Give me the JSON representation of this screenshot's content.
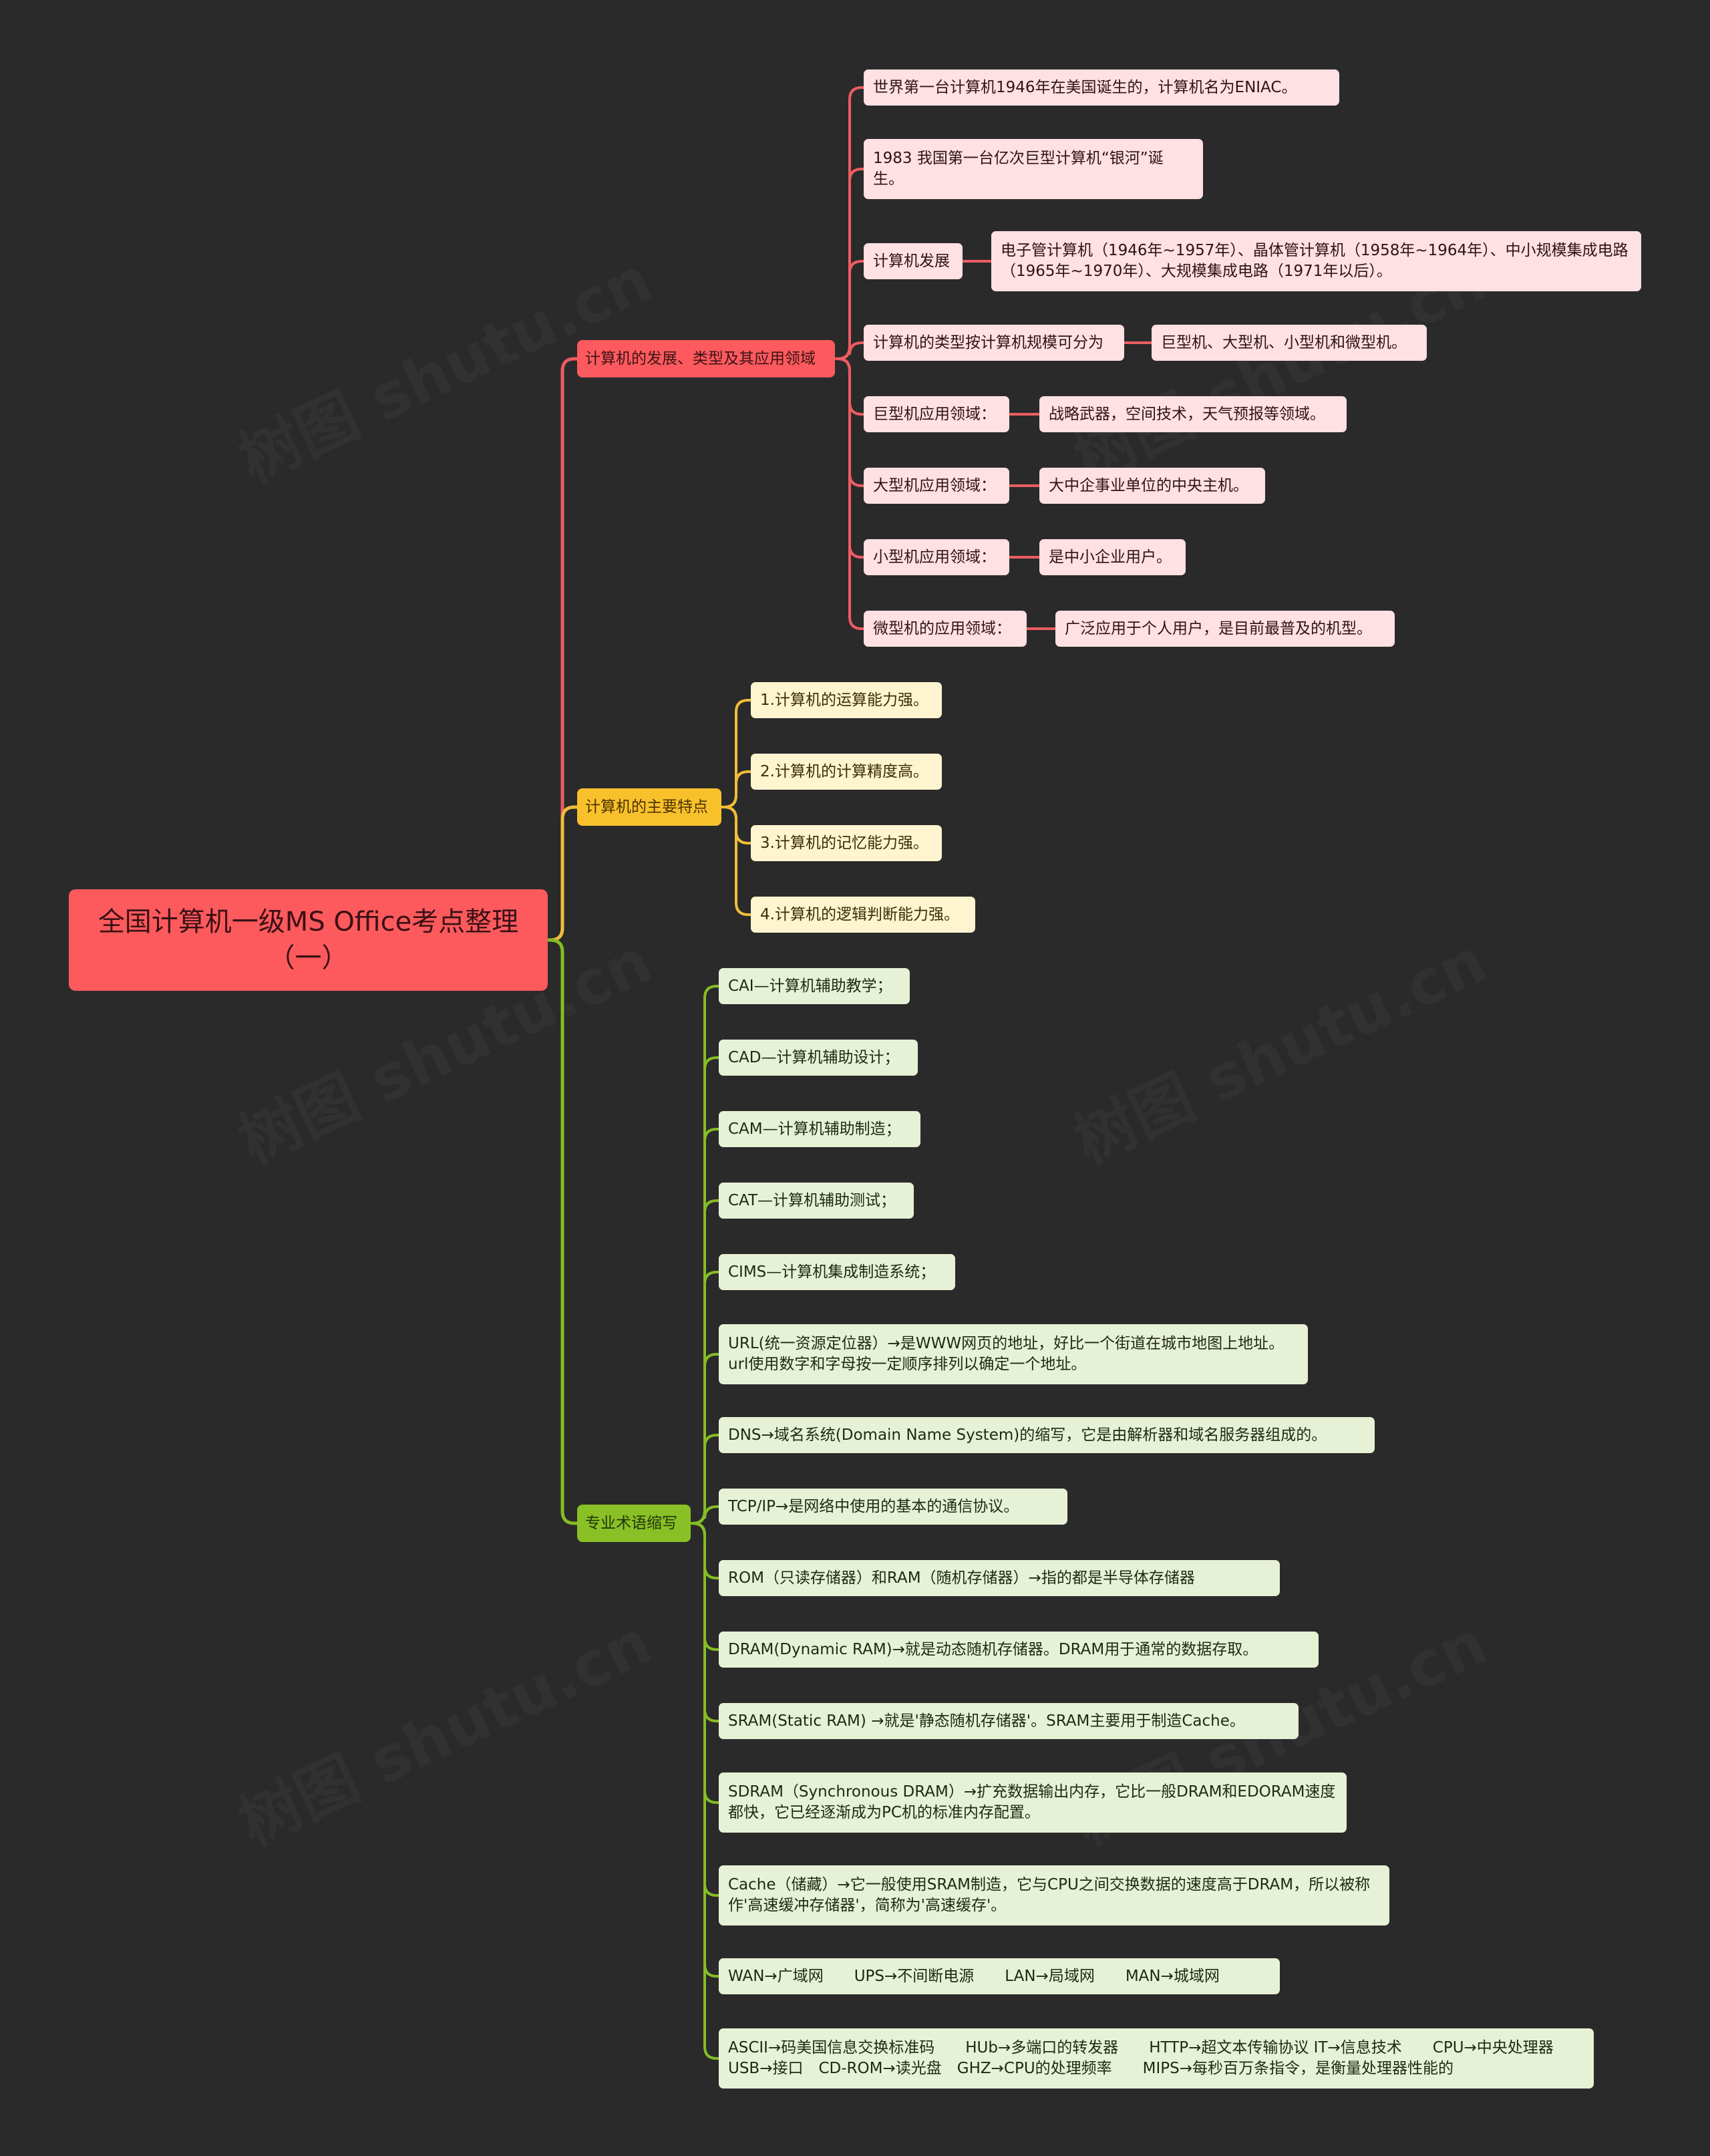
{
  "root": {
    "title": "全国计算机一级MS Office考点整理（一）"
  },
  "colors": {
    "background": "#2a2a2a",
    "red_line": "#ed5d62",
    "yellow_line": "#f1bd38",
    "green_line": "#86bd24"
  },
  "branches": [
    {
      "id": "dev",
      "label": "计算机的发展、类型及其应用领域",
      "items": [
        {
          "label": "世界第一台计算机1946年在美国诞生的，计算机名为ENIAC。"
        },
        {
          "label": "1983 我国第一台亿次巨型计算机“银河”诞生。"
        },
        {
          "label": "计算机发展",
          "child": "电子管计算机（1946年~1957年）、晶体管计算机（1958年~1964年）、中小规模集成电路（1965年~1970年）、大规模集成电路（1971年以后）。"
        },
        {
          "label": "计算机的类型按计算机规模可分为",
          "child": "巨型机、大型机、小型机和微型机。"
        },
        {
          "label": "巨型机应用领域：",
          "child": "战略武器，空间技术，天气预报等领域。"
        },
        {
          "label": "大型机应用领域：",
          "child": "大中企事业单位的中央主机。"
        },
        {
          "label": "小型机应用领域：",
          "child": "是中小企业用户。"
        },
        {
          "label": "微型机的应用领域：",
          "child": "广泛应用于个人用户，是目前最普及的机型。"
        }
      ]
    },
    {
      "id": "features",
      "label": "计算机的主要特点",
      "items": [
        {
          "label": "1.计算机的运算能力强。"
        },
        {
          "label": "2.计算机的计算精度高。"
        },
        {
          "label": "3.计算机的记忆能力强。"
        },
        {
          "label": "4.计算机的逻辑判断能力强。"
        }
      ]
    },
    {
      "id": "terms",
      "label": "专业术语缩写",
      "items": [
        {
          "label": "CAI—计算机辅助教学；"
        },
        {
          "label": "CAD—计算机辅助设计；"
        },
        {
          "label": "CAM—计算机辅助制造；"
        },
        {
          "label": "CAT—计算机辅助测试；"
        },
        {
          "label": "CIMS—计算机集成制造系统；"
        },
        {
          "label": "URL(统一资源定位器）→是WWW网页的地址，好比一个街道在城市地图上地址。url使用数字和字母按一定顺序排列以确定一个地址。"
        },
        {
          "label": "DNS→域名系统(Domain Name System)的缩写，它是由解析器和域名服务器组成的。"
        },
        {
          "label": "TCP/IP→是网络中使用的基本的通信协议。"
        },
        {
          "label": "ROM（只读存储器）和RAM（随机存储器）→指的都是半导体存储器"
        },
        {
          "label": "DRAM(Dynamic RAM)→就是动态随机存储器。DRAM用于通常的数据存取。"
        },
        {
          "label": "SRAM(Static RAM) →就是'静态随机存储器'。SRAM主要用于制造Cache。"
        },
        {
          "label": "SDRAM（Synchronous DRAM）→扩充数据输出内存，它比一般DRAM和EDORAM速度都快，它已经逐渐成为PC机的标准内存配置。"
        },
        {
          "label": "Cache（储藏）→它一般使用SRAM制造，它与CPU之间交换数据的速度高于DRAM，所以被称作'高速缓冲存储器'，简称为'高速缓存'。"
        },
        {
          "label": "WAN→广域网　　UPS→不间断电源　　LAN→局域网　　MAN→城域网"
        },
        {
          "label": "ASCII→码美国信息交换标准码　　HUb→多端口的转发器　　HTTP→超文本传输协议 IT→信息技术　　CPU→中央处理器　　USB→接口　CD-ROM→读光盘　GHZ→CPU的处理频率　　MIPS→每秒百万条指令，是衡量处理器性能的"
        }
      ]
    }
  ]
}
